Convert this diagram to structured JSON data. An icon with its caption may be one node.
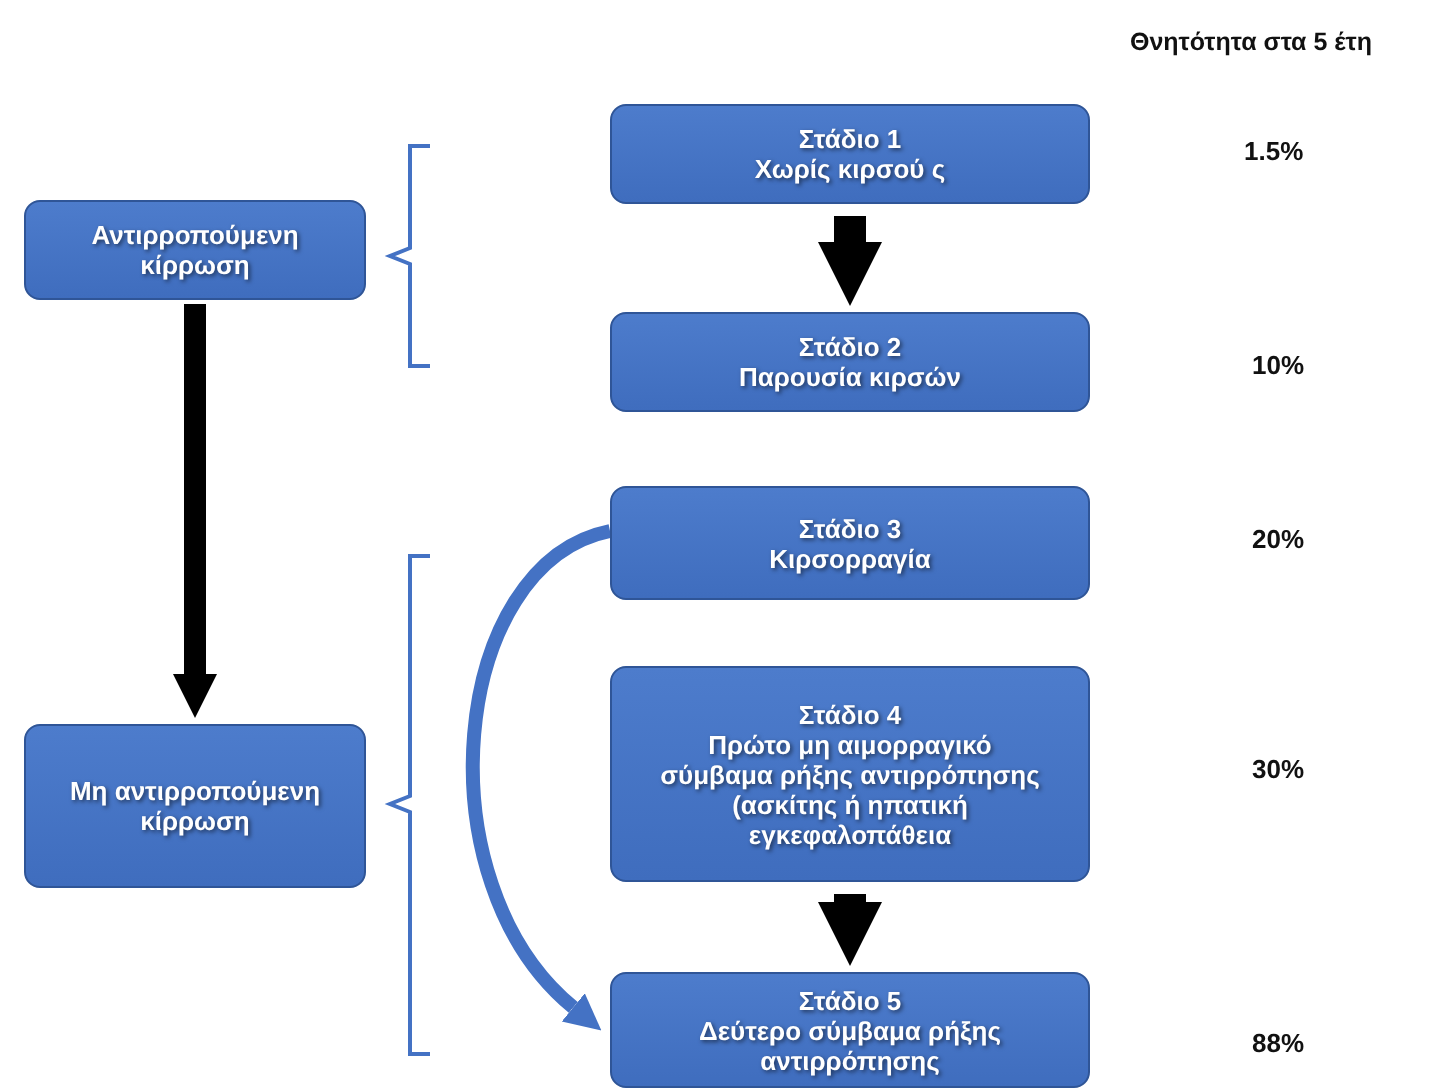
{
  "diagram": {
    "nodes": [
      {
        "text": [
          "Αντιρροπούμενη κίρρωση"
        ]
      },
      {
        "text": [
          "Μη αντιρροπούμενη κίρρωση"
        ]
      },
      {
        "text": [
          "Στάδιο 1",
          "Χωρίς κιρσού ς"
        ]
      },
      {
        "text": [
          "Στάδιο 2",
          "Παρουσία κιρσών"
        ]
      },
      {
        "text": [
          "Στάδιο 3",
          "Κιρσορραγία"
        ]
      },
      {
        "text": [
          "Στάδιο 4",
          "Πρώτο μη αιμορραγικό σύμβαμα ρήξης αντιρρόπησης (ασκίτης ή ηπατική εγκεφαλοπάθεια"
        ]
      },
      {
        "text": [
          "Στάδιο 5",
          "Δεύτερο σύμβαμα ρήξης αντιρρόπησης"
        ]
      }
    ],
    "edges": [
      {
        "from": 0,
        "to": 1,
        "arrow": "to"
      },
      {
        "from": 2,
        "to": 3,
        "arrow": "to"
      },
      {
        "from": 4,
        "to": 6,
        "arrow": "to",
        "color": "#4472c4"
      },
      {
        "from": 5,
        "to": 6,
        "arrow": "to"
      }
    ],
    "labels": [
      "Θνητότητα στα 5 έτη",
      "1.5%",
      "10%",
      "20%",
      "30%",
      "88%"
    ]
  }
}
